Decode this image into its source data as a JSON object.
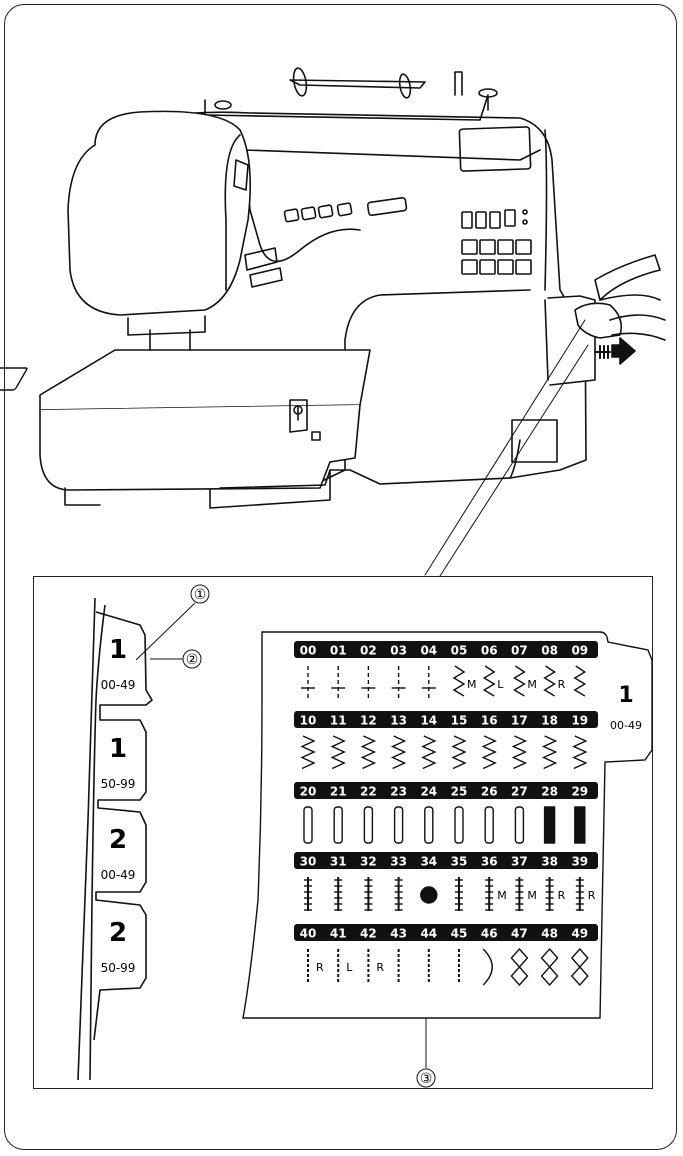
{
  "callouts": {
    "c1": "①",
    "c2": "②",
    "c3": "③"
  },
  "tabs": [
    {
      "number": "1",
      "range": "00-49"
    },
    {
      "number": "1",
      "range": "50-99"
    },
    {
      "number": "2",
      "range": "00-49"
    },
    {
      "number": "2",
      "range": "50-99"
    }
  ],
  "stitch_chart": {
    "side_tab": {
      "number": "1",
      "range": "00-49"
    },
    "rows": [
      [
        "00",
        "01",
        "02",
        "03",
        "04",
        "05",
        "06",
        "07",
        "08",
        "09"
      ],
      [
        "10",
        "11",
        "12",
        "13",
        "14",
        "15",
        "16",
        "17",
        "18",
        "19"
      ],
      [
        "20",
        "21",
        "22",
        "23",
        "24",
        "25",
        "26",
        "27",
        "28",
        "29"
      ],
      [
        "30",
        "31",
        "32",
        "33",
        "34",
        "35",
        "36",
        "37",
        "38",
        "39"
      ],
      [
        "40",
        "41",
        "42",
        "43",
        "44",
        "45",
        "46",
        "47",
        "48",
        "49"
      ]
    ],
    "stitch_letters": {
      "05": "M",
      "06": "L",
      "07": "M",
      "08": "R",
      "36": "M",
      "37": "M",
      "38": "R",
      "39": "R",
      "40": "R",
      "41": "L",
      "42": "R"
    }
  }
}
